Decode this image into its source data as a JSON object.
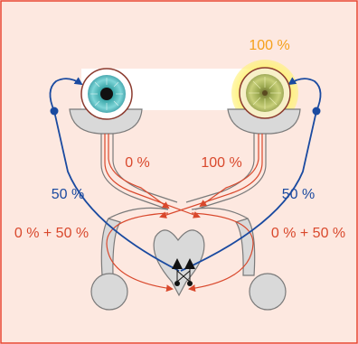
{
  "labels": {
    "right_eye_percent": "100 %",
    "left_channel_percent": "0 %",
    "right_channel_percent": "100 %",
    "left_blue_percent": "50 %",
    "right_blue_percent": "50 %",
    "left_combined": "0 % + 50 %",
    "right_combined": "0 % + 50 %"
  },
  "colors": {
    "panel_background": "#fde8e0",
    "panel_border": "#e8432f",
    "red_path": "#d9482c",
    "blue_path": "#1a4aa0",
    "orange_text": "#f5a01a",
    "glow": "#fff27a",
    "gray_fill": "#d9d9d9",
    "outline": "#7a7a7a",
    "eye_rim": "#8b3a2e"
  }
}
